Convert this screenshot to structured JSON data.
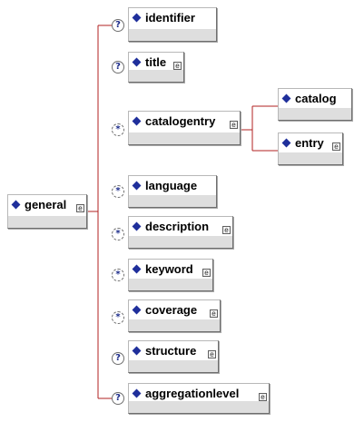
{
  "colors": {
    "connector": "#b22222",
    "diamond": "#1f2f9b",
    "band": "#dedede"
  },
  "root": {
    "name": "general",
    "ref": "e"
  },
  "children": [
    {
      "name": "identifier",
      "occurrence": "?",
      "ref": ""
    },
    {
      "name": "title",
      "occurrence": "?",
      "ref": "e"
    },
    {
      "name": "catalogentry",
      "occurrence": "*",
      "ref": "e"
    },
    {
      "name": "language",
      "occurrence": "*",
      "ref": ""
    },
    {
      "name": "description",
      "occurrence": "*",
      "ref": "e"
    },
    {
      "name": "keyword",
      "occurrence": "*",
      "ref": "e"
    },
    {
      "name": "coverage",
      "occurrence": "*",
      "ref": "e"
    },
    {
      "name": "structure",
      "occurrence": "?",
      "ref": "e"
    },
    {
      "name": "aggregationlevel",
      "occurrence": "?",
      "ref": "e"
    }
  ],
  "sub_children": [
    {
      "name": "catalog",
      "ref": ""
    },
    {
      "name": "entry",
      "ref": "e"
    }
  ],
  "icon_names": {
    "diamond": "element-diamond-icon",
    "ref": "expand-reference-icon",
    "compositor": "sequence-occurrence-icon"
  }
}
